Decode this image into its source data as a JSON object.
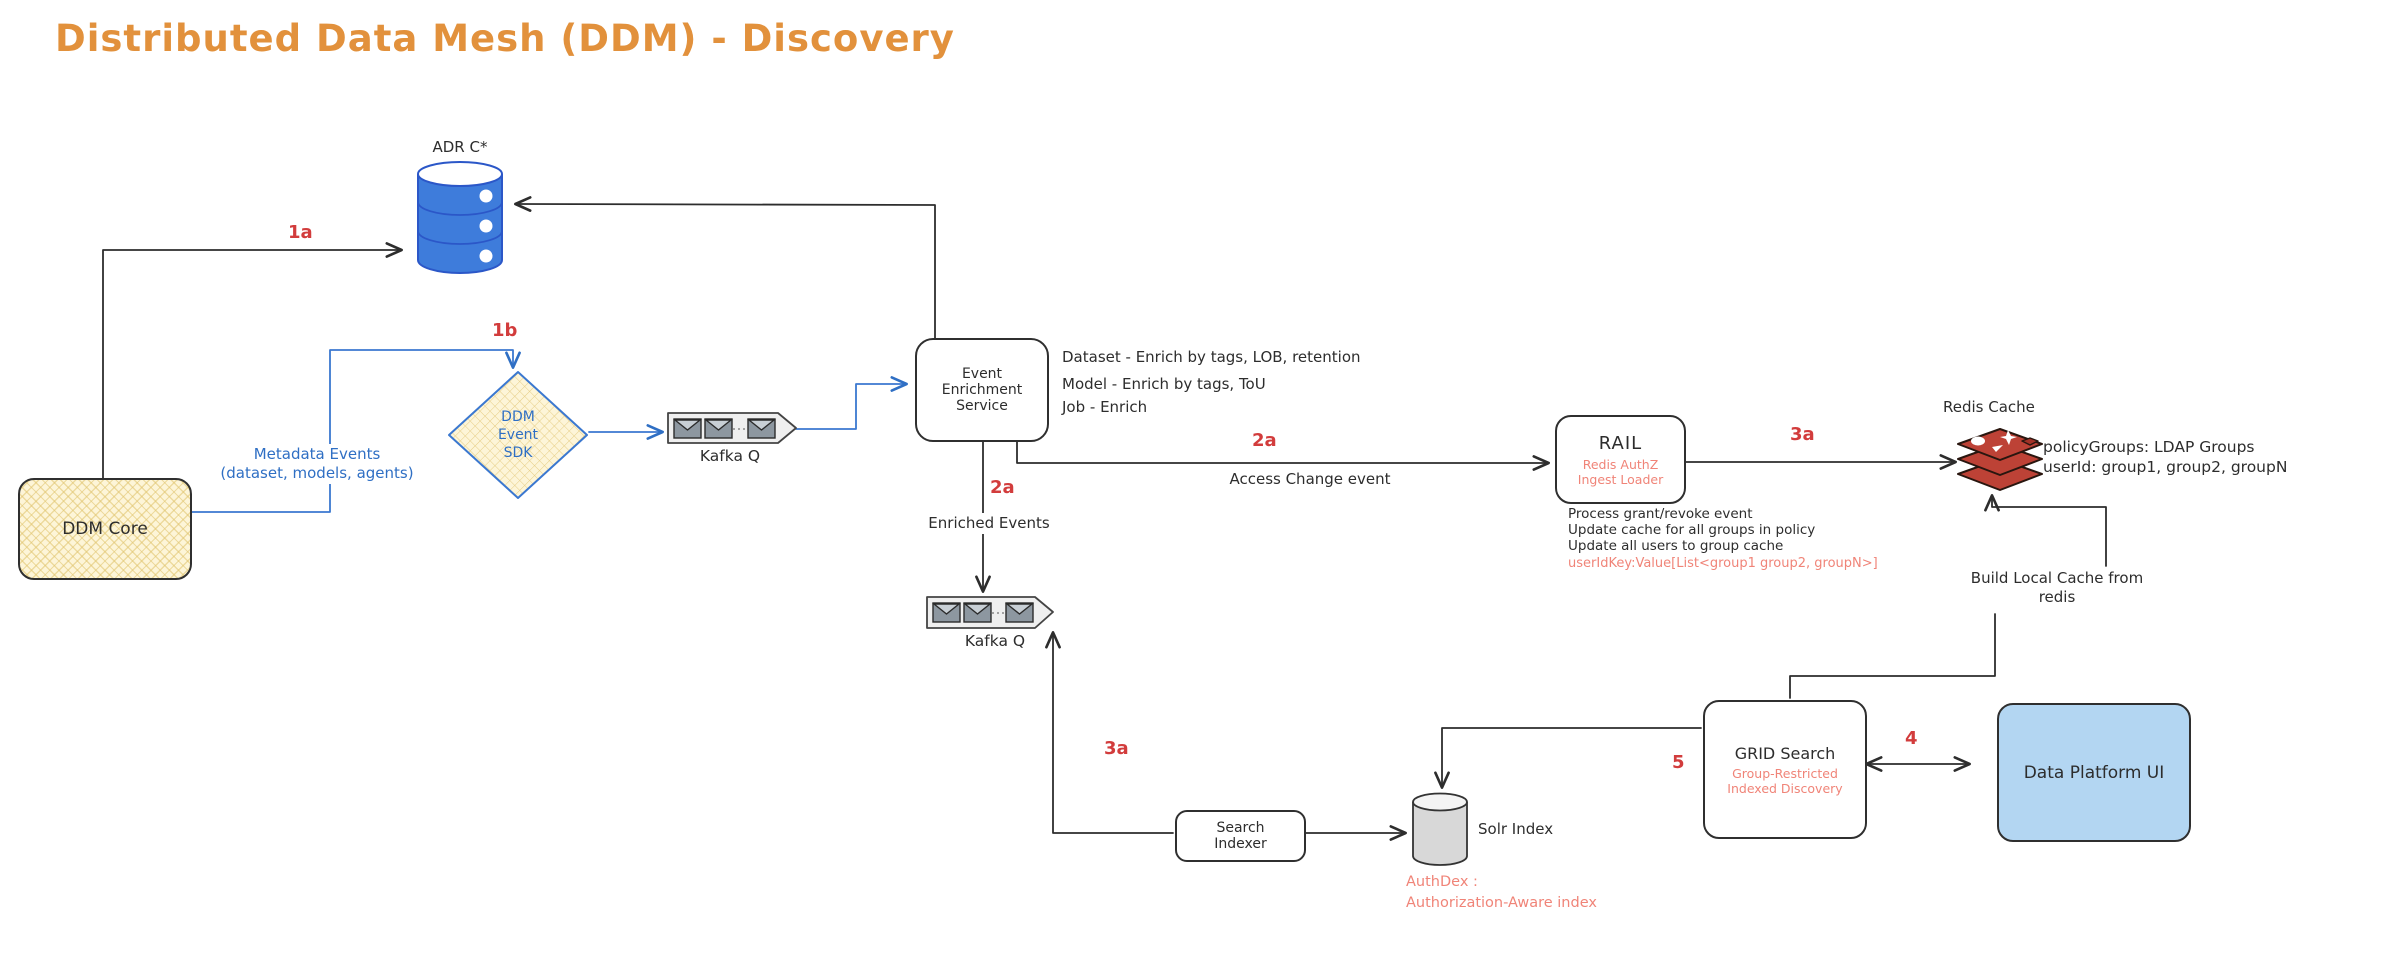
{
  "title": "Distributed Data Mesh (DDM) - Discovery",
  "colors": {
    "title_orange": "#e2913c",
    "step_red": "#d23c3c",
    "pink": "#f08478",
    "blue": "#2f6fc4",
    "yellow_fill": "#fdf5d8",
    "platform_blue": "#b3d6f2",
    "adr_blue": "#3e7cdb",
    "redis_red": "#bd4236",
    "line_black": "#2d2d2d"
  },
  "nodes": {
    "adr": {
      "label": "ADR C*"
    },
    "ddm_core": {
      "label": "DDM Core"
    },
    "ddm_event_sdk": {
      "label": "DDM\nEvent\nSDK"
    },
    "kafka_q1": {
      "label": "Kafka Q"
    },
    "event_enrichment": {
      "label": "Event\nEnrichment\nService"
    },
    "kafka_q2": {
      "label": "Kafka Q"
    },
    "rail": {
      "title": "RAIL",
      "subtitle": "Redis AuthZ\nIngest Loader"
    },
    "redis_cache": {
      "label": "Redis Cache"
    },
    "search_indexer": {
      "label": "Search\nIndexer"
    },
    "solr": {
      "label": "Solr Index"
    },
    "grid_search": {
      "title": "GRID Search",
      "subtitle": "Group-Restricted\nIndexed Discovery"
    },
    "data_platform_ui": {
      "label": "Data Platform UI"
    }
  },
  "annotations": {
    "metadata_events": "Metadata Events\n(dataset, models, agents)",
    "enrichment_notes": [
      "Dataset - Enrich by tags, LOB, retention",
      "Model - Enrich by tags, ToU",
      "Job - Enrich"
    ],
    "enriched_events": "Enriched Events",
    "access_change": "Access Change event",
    "rail_notes": [
      "Process grant/revoke event",
      "Update cache for all groups in policy",
      "Update all users to group cache"
    ],
    "rail_key": "userIdKey:Value[List<group1 group2, groupN>]",
    "redis_policy": "policyGroups: LDAP Groups\nuserId: group1, group2, groupN",
    "build_local_cache": "Build Local Cache from\nredis",
    "authdex": "AuthDex :\nAuthorization-Aware index"
  },
  "step_labels": {
    "s1a": "1a",
    "s1b": "1b",
    "s2a_enriched": "2a",
    "s2a_access": "2a",
    "s3a_redis": "3a",
    "s3a_index": "3a",
    "s4": "4",
    "s5": "5"
  }
}
